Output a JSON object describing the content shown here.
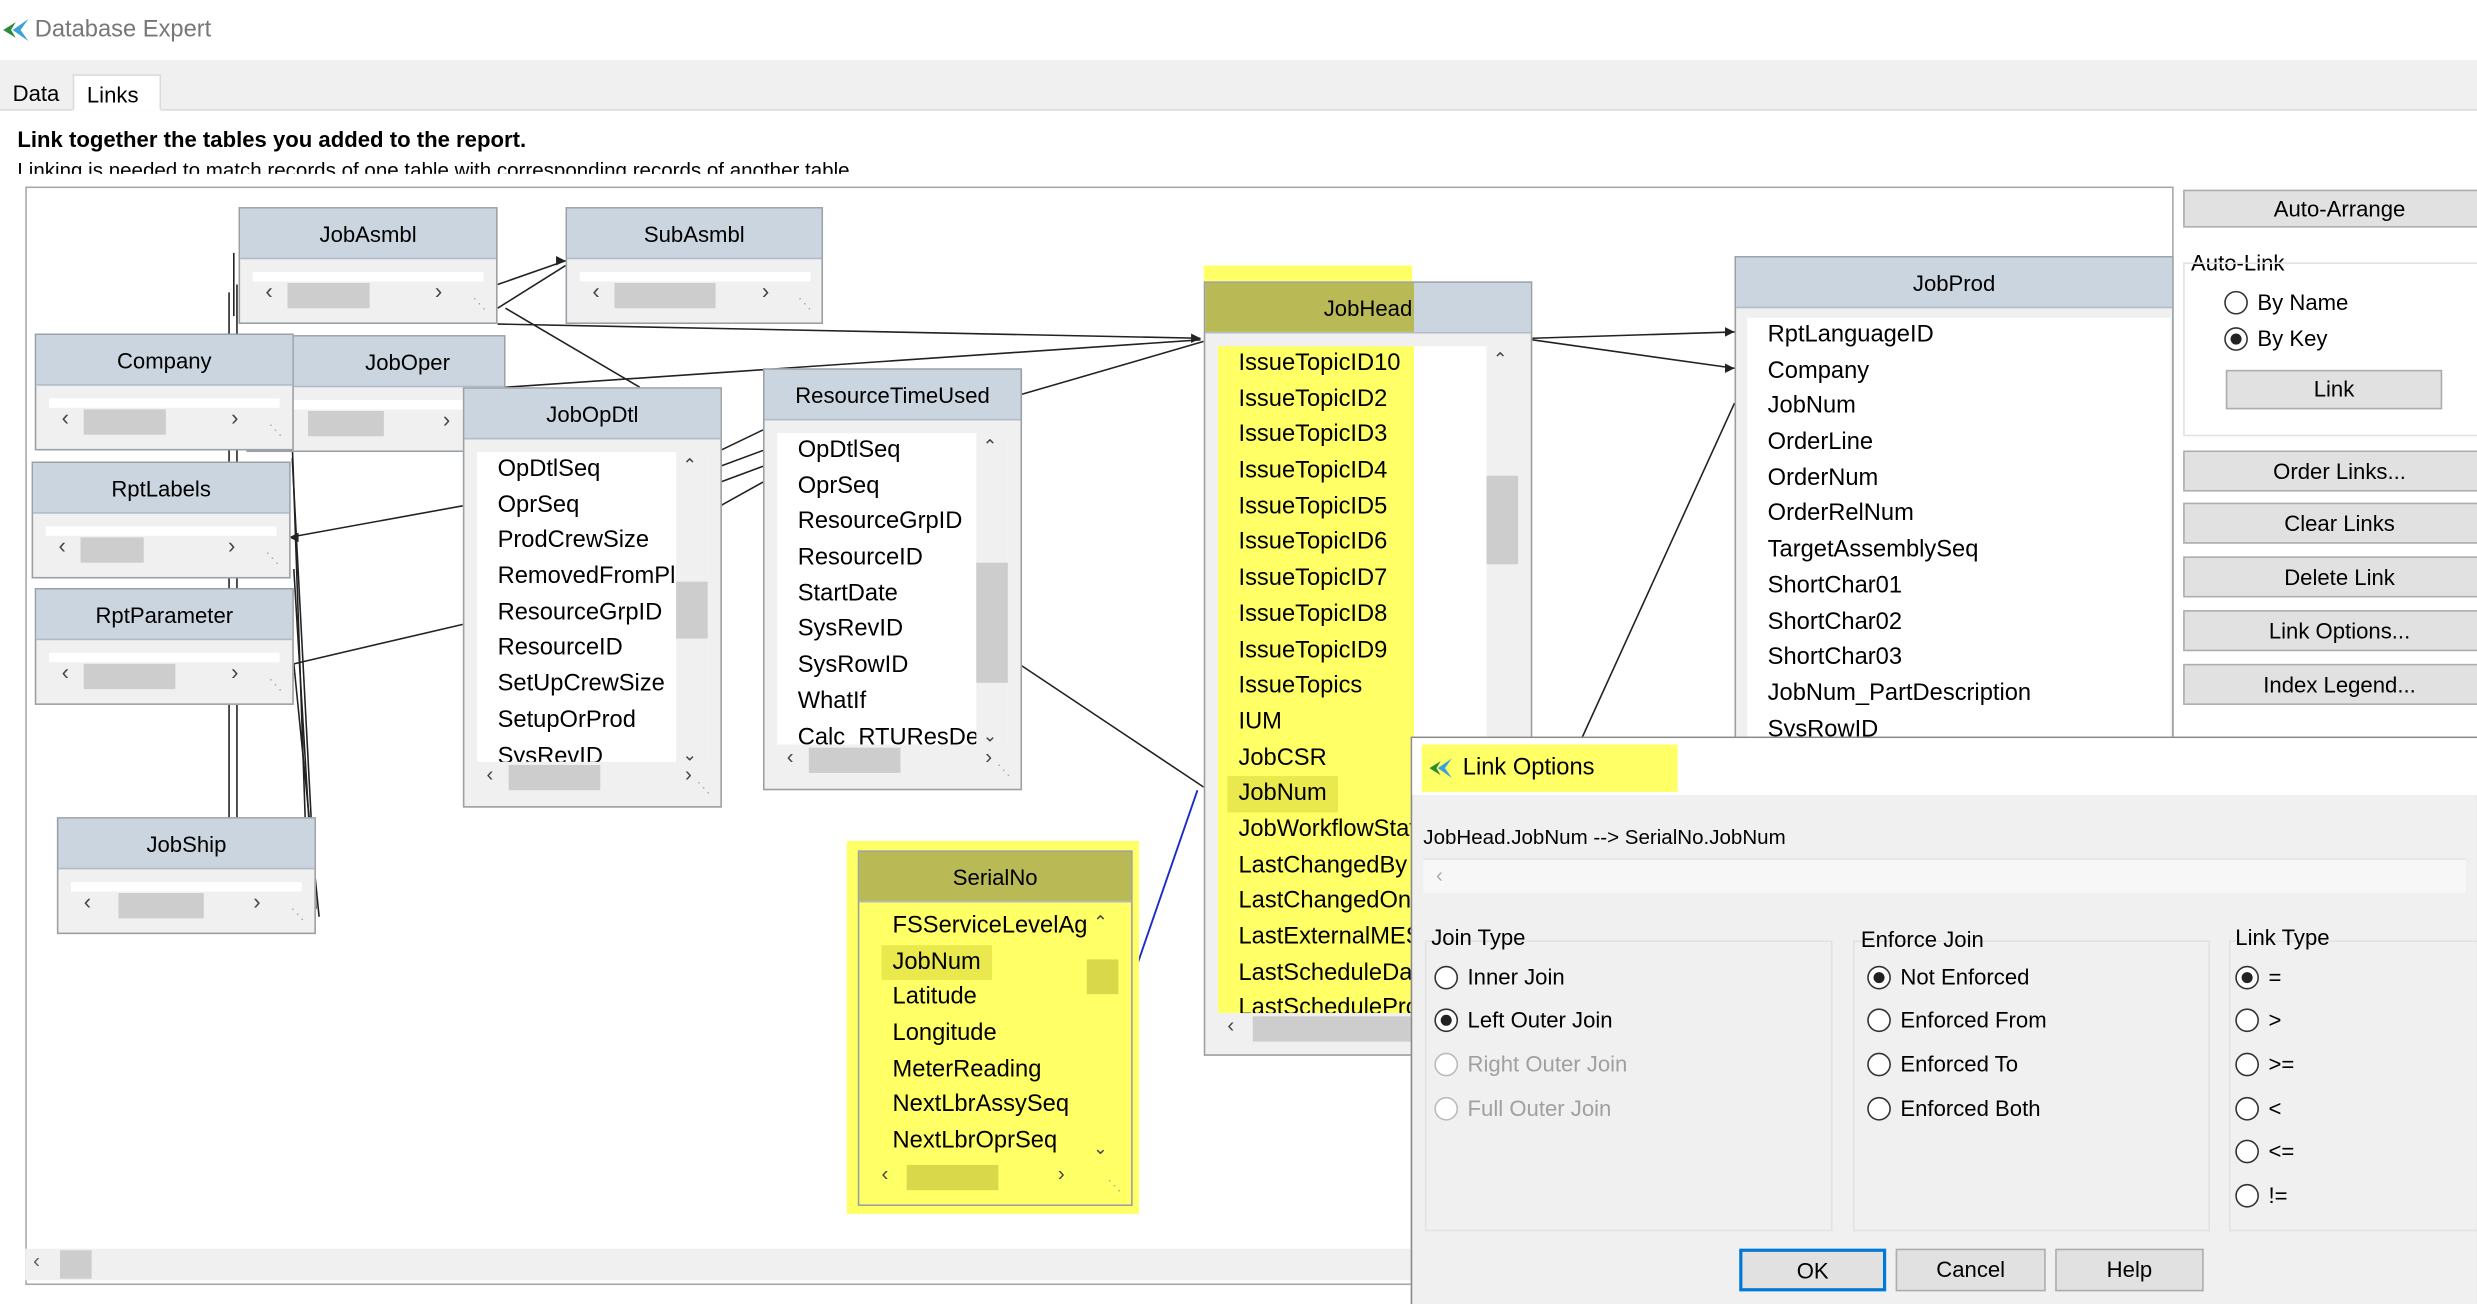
{
  "window": {
    "title": "Database Expert"
  },
  "tabs": [
    {
      "label": "Data"
    },
    {
      "label": "Links"
    }
  ],
  "instructions": {
    "heading": "Link together the tables you added to the report.",
    "subtext": "Linking is needed to match records of one table with corresponding records of another table."
  },
  "tables": {
    "jobasmbl": {
      "name": "JobAsmbl"
    },
    "subasmbl": {
      "name": "SubAsmbl"
    },
    "company": {
      "name": "Company"
    },
    "joboper": {
      "name": "JobOper"
    },
    "rptlabels": {
      "name": "RptLabels"
    },
    "rptparameter": {
      "name": "RptParameter"
    },
    "jobship": {
      "name": "JobShip"
    },
    "jobopdtl": {
      "name": "JobOpDtl",
      "fields": [
        "OpDtlSeq",
        "OprSeq",
        "ProdCrewSize",
        "RemovedFromPl",
        "ResourceGrpID",
        "ResourceID",
        "SetUpCrewSize",
        "SetupOrProd",
        "SysRevID"
      ]
    },
    "resourcetimeused": {
      "name": "ResourceTimeUsed",
      "fields": [
        "OpDtlSeq",
        "OprSeq",
        "ResourceGrpID",
        "ResourceID",
        "StartDate",
        "SysRevID",
        "SysRowID",
        "WhatIf",
        "Calc_RTUResDesc"
      ]
    },
    "jobhead": {
      "name": "JobHead",
      "fields": [
        "IssueTopicID10",
        "IssueTopicID2",
        "IssueTopicID3",
        "IssueTopicID4",
        "IssueTopicID5",
        "IssueTopicID6",
        "IssueTopicID7",
        "IssueTopicID8",
        "IssueTopicID9",
        "IssueTopics",
        "IUM",
        "JobCSR",
        "JobNum",
        "JobWorkflowState",
        "LastChangedBy",
        "LastChangedOn",
        "LastExternalMES",
        "LastScheduleDate",
        "LastScheduleProc"
      ]
    },
    "jobprod": {
      "name": "JobProd",
      "fields": [
        "RptLanguageID",
        "Company",
        "JobNum",
        "OrderLine",
        "OrderNum",
        "OrderRelNum",
        "TargetAssemblySeq",
        "ShortChar01",
        "ShortChar02",
        "ShortChar03",
        "JobNum_PartDescription",
        "SysRowID"
      ]
    },
    "serialno": {
      "name": "SerialNo",
      "fields": [
        "FSServiceLevelAgr",
        "JobNum",
        "Latitude",
        "Longitude",
        "MeterReading",
        "NextLbrAssySeq",
        "NextLbrOprSeq"
      ]
    }
  },
  "side": {
    "auto_arrange": "Auto-Arrange",
    "auto_link_label": "Auto-Link",
    "by_name": "By Name",
    "by_key": "By Key",
    "link": "Link",
    "order_links": "Order Links...",
    "clear_links": "Clear Links",
    "delete_link": "Delete Link",
    "link_options": "Link Options...",
    "index_legend": "Index Legend..."
  },
  "dialog": {
    "title": "Link Options",
    "link_desc": "JobHead.JobNum --> SerialNo.JobNum",
    "join_type": {
      "label": "Join Type",
      "options": [
        "Inner Join",
        "Left Outer Join",
        "Right Outer Join",
        "Full Outer Join"
      ]
    },
    "enforce_join": {
      "label": "Enforce Join",
      "options": [
        "Not Enforced",
        "Enforced From",
        "Enforced To",
        "Enforced Both"
      ]
    },
    "link_type": {
      "label": "Link Type",
      "options": [
        "=",
        ">",
        ">=",
        "<",
        "<=",
        "!="
      ]
    },
    "ok": "OK",
    "cancel": "Cancel",
    "help": "Help"
  }
}
